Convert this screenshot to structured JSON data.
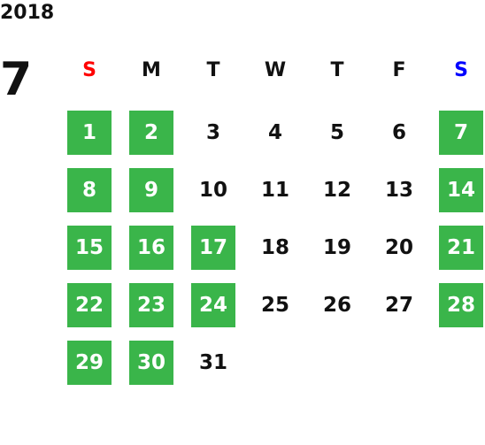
{
  "calendar": {
    "year": "2018",
    "month": "7",
    "weekdays": [
      {
        "label": "S",
        "color": "#ff0000"
      },
      {
        "label": "M",
        "color": "#111111"
      },
      {
        "label": "T",
        "color": "#111111"
      },
      {
        "label": "W",
        "color": "#111111"
      },
      {
        "label": "T",
        "color": "#111111"
      },
      {
        "label": "F",
        "color": "#111111"
      },
      {
        "label": "S",
        "color": "#0000ff"
      }
    ],
    "highlight_color": "#3ab54a",
    "days": [
      {
        "label": "1",
        "highlighted": true
      },
      {
        "label": "2",
        "highlighted": true
      },
      {
        "label": "3",
        "highlighted": false
      },
      {
        "label": "4",
        "highlighted": false
      },
      {
        "label": "5",
        "highlighted": false
      },
      {
        "label": "6",
        "highlighted": false
      },
      {
        "label": "7",
        "highlighted": true
      },
      {
        "label": "8",
        "highlighted": true
      },
      {
        "label": "9",
        "highlighted": true
      },
      {
        "label": "10",
        "highlighted": false
      },
      {
        "label": "11",
        "highlighted": false
      },
      {
        "label": "12",
        "highlighted": false
      },
      {
        "label": "13",
        "highlighted": false
      },
      {
        "label": "14",
        "highlighted": true
      },
      {
        "label": "15",
        "highlighted": true
      },
      {
        "label": "16",
        "highlighted": true
      },
      {
        "label": "17",
        "highlighted": true
      },
      {
        "label": "18",
        "highlighted": false
      },
      {
        "label": "19",
        "highlighted": false
      },
      {
        "label": "20",
        "highlighted": false
      },
      {
        "label": "21",
        "highlighted": true
      },
      {
        "label": "22",
        "highlighted": true
      },
      {
        "label": "23",
        "highlighted": true
      },
      {
        "label": "24",
        "highlighted": true
      },
      {
        "label": "25",
        "highlighted": false
      },
      {
        "label": "26",
        "highlighted": false
      },
      {
        "label": "27",
        "highlighted": false
      },
      {
        "label": "28",
        "highlighted": true
      },
      {
        "label": "29",
        "highlighted": true
      },
      {
        "label": "30",
        "highlighted": true
      },
      {
        "label": "31",
        "highlighted": false
      }
    ]
  }
}
